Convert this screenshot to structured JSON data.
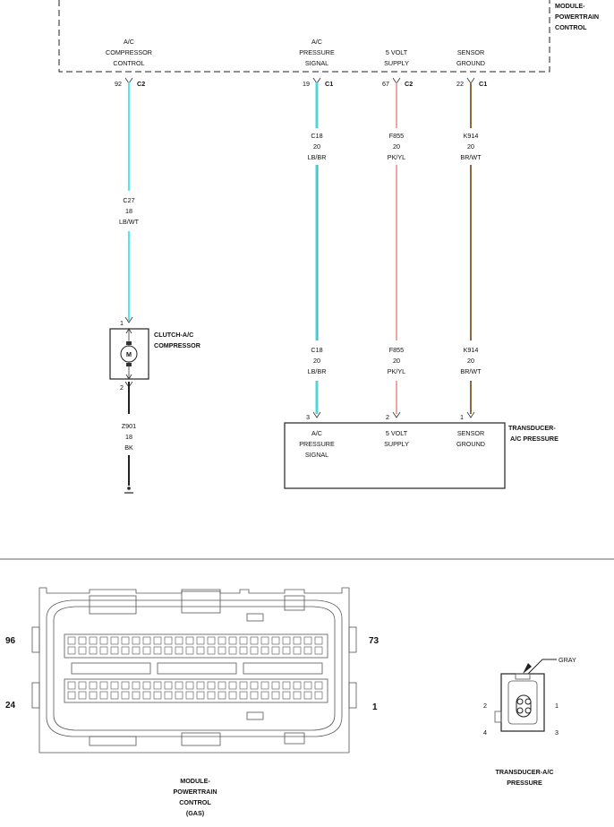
{
  "pcm": {
    "name": [
      "MODULE-",
      "POWERTRAIN",
      "CONTROL"
    ],
    "pins": [
      {
        "label": [
          "A/C",
          "COMPRESSOR",
          "CONTROL"
        ],
        "pin": "92",
        "conn": "C2"
      },
      {
        "label": [
          "A/C",
          "PRESSURE",
          "SIGNAL"
        ],
        "pin": "19",
        "conn": "C1"
      },
      {
        "label": [
          "5 VOLT",
          "SUPPLY"
        ],
        "pin": "67",
        "conn": "C2"
      },
      {
        "label": [
          "SENSOR",
          "GROUND"
        ],
        "pin": "22",
        "conn": "C1"
      }
    ]
  },
  "wires": {
    "c27": {
      "circuit": "C27",
      "gauge": "18",
      "color": "LB/WT",
      "hex": "#5fe3ea"
    },
    "c18": {
      "circuit": "C18",
      "gauge": "20",
      "color": "LB/BR",
      "hex": "#4fd6d8",
      "stripe": "#2a9ea8"
    },
    "f855": {
      "circuit": "F855",
      "gauge": "20",
      "color": "PK/YL",
      "hex": "#f08c8c"
    },
    "k914": {
      "circuit": "K914",
      "gauge": "20",
      "color": "BR/WT",
      "hex": "#8c6a40"
    },
    "z901": {
      "circuit": "Z901",
      "gauge": "18",
      "color": "BK",
      "hex": "#222222"
    }
  },
  "clutch": {
    "name": [
      "CLUTCH-A/C",
      "COMPRESSOR"
    ],
    "pin_top": "1",
    "pin_bottom": "2",
    "motor_symbol": "M"
  },
  "transducer": {
    "name": [
      "TRANSDUCER-",
      "A/C PRESSURE"
    ],
    "pins": [
      {
        "pin": "3",
        "label": [
          "A/C",
          "PRESSURE",
          "SIGNAL"
        ]
      },
      {
        "pin": "2",
        "label": [
          "5 VOLT",
          "SUPPLY"
        ]
      },
      {
        "pin": "1",
        "label": [
          "SENSOR",
          "GROUND"
        ]
      }
    ]
  },
  "pcm_connector_view": {
    "name": [
      "MODULE-",
      "POWERTRAIN",
      "CONTROL",
      "(GAS)"
    ],
    "corner_96": "96",
    "corner_73": "73",
    "corner_24": "24",
    "corner_1": "1"
  },
  "transducer_connector_view": {
    "name": [
      "TRANSDUCER-A/C",
      "PRESSURE"
    ],
    "color_label": "GRAY",
    "pin_1": "1",
    "pin_2": "2",
    "pin_3": "3",
    "pin_4": "4"
  }
}
